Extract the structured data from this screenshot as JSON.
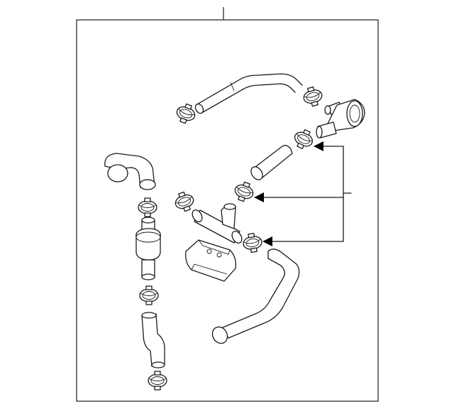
{
  "diagram": {
    "background": "#ffffff",
    "line_color": "#1a1a1a",
    "arrow_color": "#000000",
    "callout_count": 3,
    "parts": [
      "upper-hose",
      "upper-hose-clamp-left",
      "upper-hose-clamp-right",
      "coolant-outlet-fitting",
      "short-hose",
      "short-hose-clamp",
      "left-elbow-hose",
      "left-hose-clamp-top",
      "check-valve",
      "left-hose-clamp-middle",
      "left-lower-hose",
      "left-hose-clamp-bottom",
      "tee-connector",
      "tee-clamp-left",
      "tee-clamp-right",
      "mounting-bracket",
      "lower-hose",
      "lower-hose-clamp"
    ]
  }
}
